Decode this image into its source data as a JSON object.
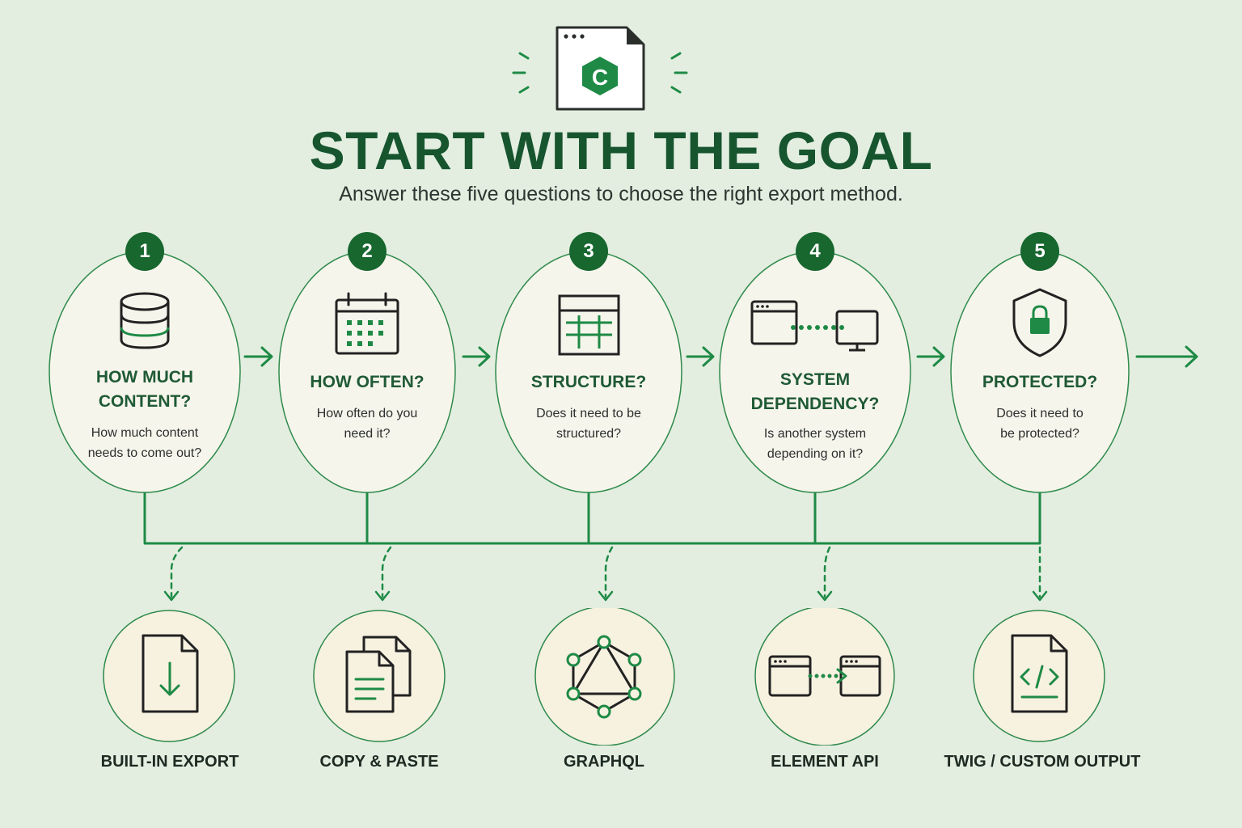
{
  "header": {
    "logo_letter": "C",
    "title": "START WITH THE GOAL",
    "subtitle": "Answer these five questions to choose the right export method."
  },
  "questions": [
    {
      "number": "1",
      "title_line1": "HOW MUCH",
      "title_line2": "CONTENT?",
      "text_line1": "How much content",
      "text_line2": "needs to come out?",
      "icon": "database-icon"
    },
    {
      "number": "2",
      "title_line1": "",
      "title_line2": "HOW OFTEN?",
      "text_line1": "How often do you",
      "text_line2": "need it?",
      "icon": "calendar-icon"
    },
    {
      "number": "3",
      "title_line1": "",
      "title_line2": "STRUCTURE?",
      "text_line1": "Does it need to be",
      "text_line2": "structured?",
      "icon": "table-grid-icon"
    },
    {
      "number": "4",
      "title_line1": "SYSTEM",
      "title_line2": "DEPENDENCY?",
      "text_line1": "Is another system",
      "text_line2": "depending on it?",
      "icon": "connected-windows-icon"
    },
    {
      "number": "5",
      "title_line1": "",
      "title_line2": "PROTECTED?",
      "text_line1": "Does it need to",
      "text_line2": "be protected?",
      "icon": "shield-lock-icon"
    }
  ],
  "methods": [
    {
      "label": "BUILT-IN EXPORT",
      "icon": "file-download-icon"
    },
    {
      "label": "COPY & PASTE",
      "icon": "copy-documents-icon"
    },
    {
      "label": "GRAPHQL",
      "icon": "graphql-icon"
    },
    {
      "label": "ELEMENT API",
      "icon": "element-api-icon"
    },
    {
      "label": "TWIG / CUSTOM OUTPUT",
      "icon": "code-file-icon"
    }
  ],
  "colors": {
    "background": "#e3eee0",
    "brand_green": "#1e8a45",
    "dark_green": "#17552f",
    "bubble_fill": "#f6f5ec",
    "method_fill": "#f7f1e0"
  }
}
